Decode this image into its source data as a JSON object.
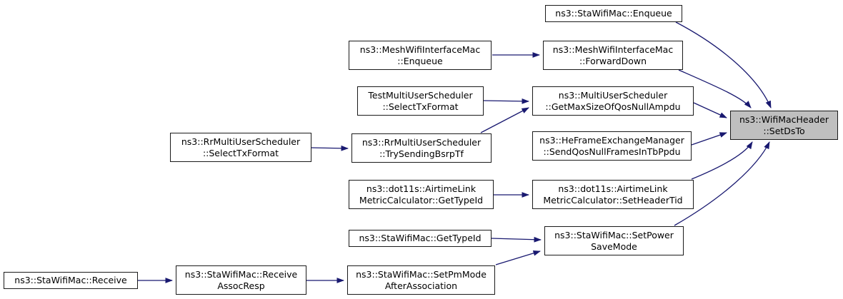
{
  "diagram": {
    "type": "doxygen-call-graph",
    "target_function": "ns3::WifiMacHeader::SetDsTo",
    "colors": {
      "edge": "#191970",
      "node_fill": "#ffffff",
      "node_border": "#1a1a1a",
      "highlight_fill": "#bfbfbf",
      "bg": "#ffffff"
    },
    "nodes": [
      {
        "id": "sta-wifi-mac-enqueue",
        "label": "ns3::StaWifiMac::Enqueue"
      },
      {
        "id": "mesh-wifi-interface-mac-enqueue",
        "label": "ns3::MeshWifiInterfaceMac\n::Enqueue"
      },
      {
        "id": "mesh-wifi-interface-mac-forward-down",
        "label": "ns3::MeshWifiInterfaceMac\n::ForwardDown"
      },
      {
        "id": "test-multi-user-scheduler-select-tx-format",
        "label": "TestMultiUserScheduler\n::SelectTxFormat"
      },
      {
        "id": "multi-user-scheduler-get-max-size-of-qos-null-ampdu",
        "label": "ns3::MultiUserScheduler\n::GetMaxSizeOfQosNullAmpdu"
      },
      {
        "id": "rr-multi-user-scheduler-select-tx-format",
        "label": "ns3::RrMultiUserScheduler\n::SelectTxFormat"
      },
      {
        "id": "rr-multi-user-scheduler-try-sending-bsrp-tf",
        "label": "ns3::RrMultiUserScheduler\n::TrySendingBsrpTf"
      },
      {
        "id": "he-frame-exchange-manager-send-qos-null-frames-in-tb-ppdu",
        "label": "ns3::HeFrameExchangeManager\n::SendQosNullFramesInTbPpdu"
      },
      {
        "id": "airtime-link-metric-calculator-get-type-id",
        "label": "ns3::dot11s::AirtimeLink\nMetricCalculator::GetTypeId"
      },
      {
        "id": "airtime-link-metric-calculator-set-header-tid",
        "label": "ns3::dot11s::AirtimeLink\nMetricCalculator::SetHeaderTid"
      },
      {
        "id": "sta-wifi-mac-get-type-id",
        "label": "ns3::StaWifiMac::GetTypeId"
      },
      {
        "id": "sta-wifi-mac-set-power-save-mode",
        "label": "ns3::StaWifiMac::SetPower\nSaveMode"
      },
      {
        "id": "sta-wifi-mac-receive",
        "label": "ns3::StaWifiMac::Receive"
      },
      {
        "id": "sta-wifi-mac-receive-assoc-resp",
        "label": "ns3::StaWifiMac::Receive\nAssocResp"
      },
      {
        "id": "sta-wifi-mac-set-pm-mode-after-association",
        "label": "ns3::StaWifiMac::SetPmMode\nAfterAssociation"
      },
      {
        "id": "wifi-mac-header-set-ds-to",
        "label": "ns3::WifiMacHeader\n::SetDsTo"
      }
    ],
    "edges": [
      {
        "from": "ns3::MeshWifiInterfaceMac::Enqueue",
        "to": "ns3::MeshWifiInterfaceMac::ForwardDown"
      },
      {
        "from": "TestMultiUserScheduler::SelectTxFormat",
        "to": "ns3::MultiUserScheduler::GetMaxSizeOfQosNullAmpdu"
      },
      {
        "from": "ns3::RrMultiUserScheduler::SelectTxFormat",
        "to": "ns3::RrMultiUserScheduler::TrySendingBsrpTf"
      },
      {
        "from": "ns3::RrMultiUserScheduler::TrySendingBsrpTf",
        "to": "ns3::MultiUserScheduler::GetMaxSizeOfQosNullAmpdu"
      },
      {
        "from": "ns3::MultiUserScheduler::GetMaxSizeOfQosNullAmpdu",
        "to": "ns3::WifiMacHeader::SetDsTo"
      },
      {
        "from": "ns3::HeFrameExchangeManager::SendQosNullFramesInTbPpdu",
        "to": "ns3::WifiMacHeader::SetDsTo"
      },
      {
        "from": "ns3::StaWifiMac::Enqueue",
        "to": "ns3::WifiMacHeader::SetDsTo"
      },
      {
        "from": "ns3::MeshWifiInterfaceMac::ForwardDown",
        "to": "ns3::WifiMacHeader::SetDsTo"
      },
      {
        "from": "ns3::dot11s::AirtimeLinkMetricCalculator::GetTypeId",
        "to": "ns3::dot11s::AirtimeLinkMetricCalculator::SetHeaderTid"
      },
      {
        "from": "ns3::dot11s::AirtimeLinkMetricCalculator::SetHeaderTid",
        "to": "ns3::WifiMacHeader::SetDsTo"
      },
      {
        "from": "ns3::StaWifiMac::GetTypeId",
        "to": "ns3::StaWifiMac::SetPowerSaveMode"
      },
      {
        "from": "ns3::StaWifiMac::SetPmModeAfterAssociation",
        "to": "ns3::StaWifiMac::SetPowerSaveMode"
      },
      {
        "from": "ns3::StaWifiMac::SetPowerSaveMode",
        "to": "ns3::WifiMacHeader::SetDsTo"
      },
      {
        "from": "ns3::StaWifiMac::Receive",
        "to": "ns3::StaWifiMac::ReceiveAssocResp"
      },
      {
        "from": "ns3::StaWifiMac::ReceiveAssocResp",
        "to": "ns3::StaWifiMac::SetPmModeAfterAssociation"
      }
    ]
  }
}
